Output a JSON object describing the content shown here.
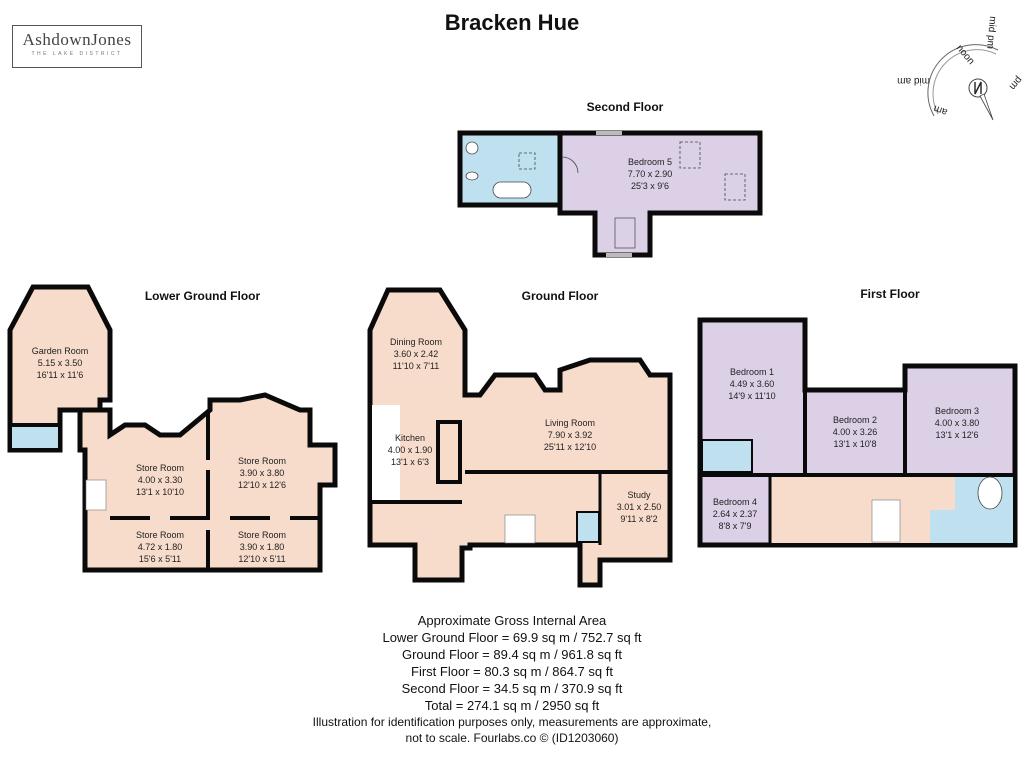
{
  "title": "Bracken Hue",
  "logo": {
    "name": "AshdownJones",
    "tagline": "THE LAKE DISTRICT"
  },
  "compass": {
    "labels": [
      "mid pm",
      "noon",
      "pm",
      "mid am",
      "am"
    ],
    "north": "N"
  },
  "colors": {
    "wall": "#0a0a0a",
    "peach": "#f7dccb",
    "lavender": "#dcd0e6",
    "blue": "#bfe0ef",
    "white": "#ffffff"
  },
  "floors": {
    "second": {
      "title": "Second Floor",
      "rooms": [
        {
          "name": "Bedroom 5",
          "metric": "7.70 x 2.90",
          "imperial": "25'3 x 9'6"
        }
      ]
    },
    "lower_ground": {
      "title": "Lower Ground Floor",
      "rooms": [
        {
          "name": "Garden Room",
          "metric": "5.15 x 3.50",
          "imperial": "16'11 x 11'6"
        },
        {
          "name": "Store Room",
          "metric": "4.00 x 3.30",
          "imperial": "13'1 x 10'10"
        },
        {
          "name": "Store Room",
          "metric": "3.90 x 3.80",
          "imperial": "12'10 x 12'6"
        },
        {
          "name": "Store Room",
          "metric": "4.72 x 1.80",
          "imperial": "15'6 x 5'11"
        },
        {
          "name": "Store Room",
          "metric": "3.90 x 1.80",
          "imperial": "12'10 x 5'11"
        }
      ]
    },
    "ground": {
      "title": "Ground Floor",
      "rooms": [
        {
          "name": "Dining Room",
          "metric": "3.60 x 2.42",
          "imperial": "11'10 x 7'11"
        },
        {
          "name": "Kitchen",
          "metric": "4.00 x 1.90",
          "imperial": "13'1 x 6'3"
        },
        {
          "name": "Living Room",
          "metric": "7.90 x 3.92",
          "imperial": "25'11 x 12'10"
        },
        {
          "name": "Study",
          "metric": "3.01 x 2.50",
          "imperial": "9'11 x 8'2"
        }
      ]
    },
    "first": {
      "title": "First Floor",
      "rooms": [
        {
          "name": "Bedroom 1",
          "metric": "4.49 x 3.60",
          "imperial": "14'9 x 11'10"
        },
        {
          "name": "Bedroom 2",
          "metric": "4.00 x 3.26",
          "imperial": "13'1 x 10'8"
        },
        {
          "name": "Bedroom 3",
          "metric": "4.00 x 3.80",
          "imperial": "13'1 x 12'6"
        },
        {
          "name": "Bedroom 4",
          "metric": "2.64 x 2.37",
          "imperial": "8'8 x 7'9"
        }
      ]
    }
  },
  "area": {
    "heading": "Approximate Gross Internal Area",
    "lines": [
      "Lower Ground Floor = 69.9 sq m / 752.7 sq ft",
      "Ground Floor = 89.4 sq m / 961.8 sq ft",
      "First Floor = 80.3 sq m / 864.7 sq ft",
      "Second Floor = 34.5 sq m / 370.9 sq ft",
      "Total = 274.1 sq m / 2950 sq ft"
    ],
    "disclaimer_1": "Illustration for identification purposes only, measurements are approximate,",
    "disclaimer_2": "not to scale. Fourlabs.co © (ID1203060)"
  }
}
